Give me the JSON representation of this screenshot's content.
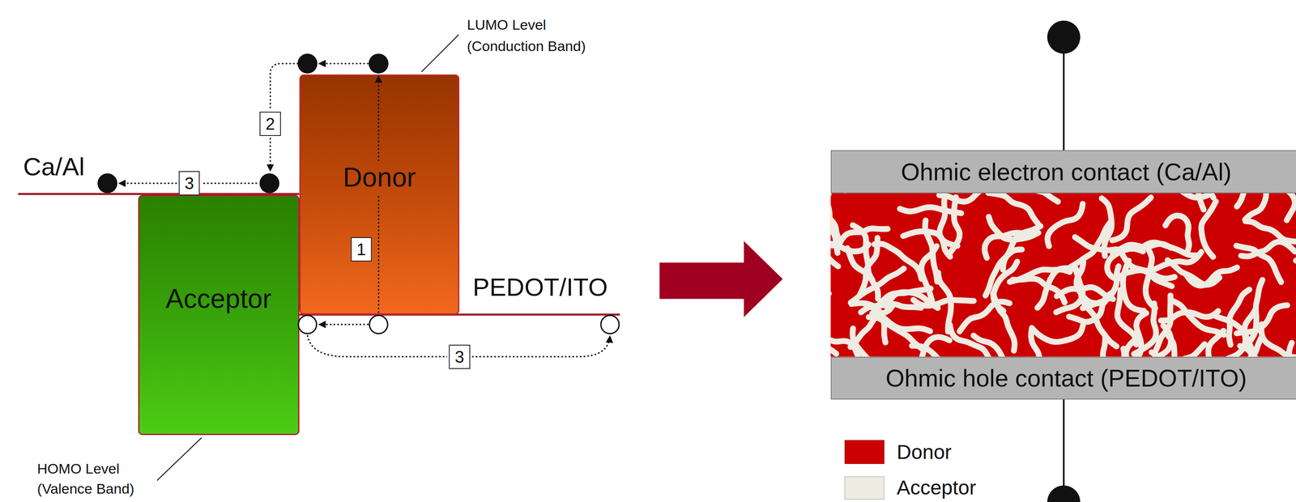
{
  "diagram": {
    "nodes": [
      {
        "text": [
          "Donor"
        ]
      },
      {
        "text": [
          "Acceptor"
        ]
      },
      {
        "text": [
          "Ohmic electron contact (Ca/Al)"
        ]
      },
      {
        "text": [
          "Ohmic hole contact (PEDOT/ITO)"
        ]
      }
    ],
    "labels": [
      "LUMO Level (Conduction Band)",
      "Ca/Al",
      "2",
      "3",
      "1",
      "PEDOT/ITO",
      "3",
      "HOMO Level (Valence Band)"
    ],
    "legend": [
      {
        "text": "Donor",
        "color": "#cc0000"
      },
      {
        "text": "Acceptor",
        "color": "#eeebe2"
      }
    ]
  }
}
